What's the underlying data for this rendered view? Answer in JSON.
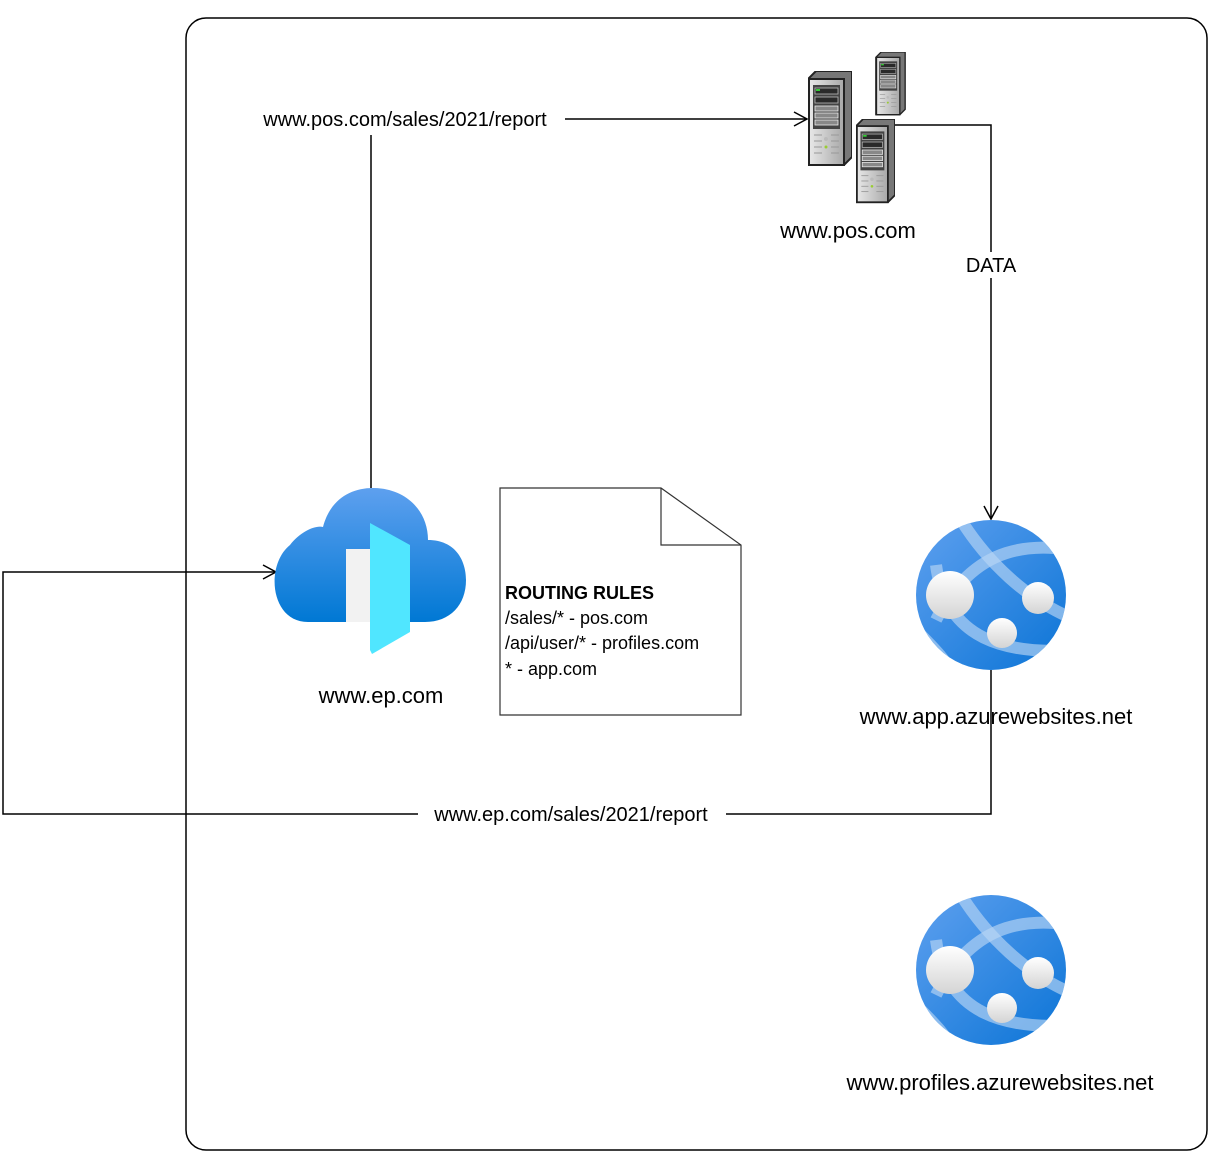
{
  "edges": {
    "request_to_pos": "www.pos.com/sales/2021/report",
    "data": "DATA",
    "redirect_to_ep": "www.ep.com/sales/2021/report"
  },
  "nodes": {
    "pos_server": {
      "label": "www.pos.com",
      "icon": "server-cluster-icon"
    },
    "front_door": {
      "label": "www.ep.com",
      "icon": "azure-front-door-icon"
    },
    "app_service": {
      "label": "www.app.azurewebsites.net",
      "icon": "azure-app-service-icon"
    },
    "profiles_service": {
      "label": "www.profiles.azurewebsites.net",
      "icon": "azure-app-service-icon"
    }
  },
  "note": {
    "title": "ROUTING RULES",
    "lines": [
      "/sales/* - pos.com",
      "/api/user/* - profiles.com",
      "* - app.com"
    ]
  },
  "colors": {
    "cloud_top": "#5ea0ef",
    "cloud_bottom": "#0078d4",
    "door": "#50e6ff",
    "globe": "#3b8ee8"
  }
}
